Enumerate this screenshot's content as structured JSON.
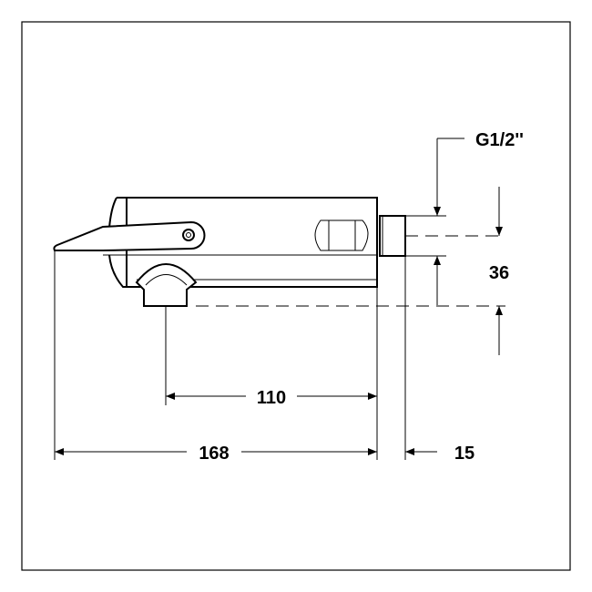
{
  "drawing": {
    "thread_label": "G1/2''",
    "dim_height": "36",
    "dim_outlet": "110",
    "dim_length": "168",
    "dim_connector": "15"
  }
}
